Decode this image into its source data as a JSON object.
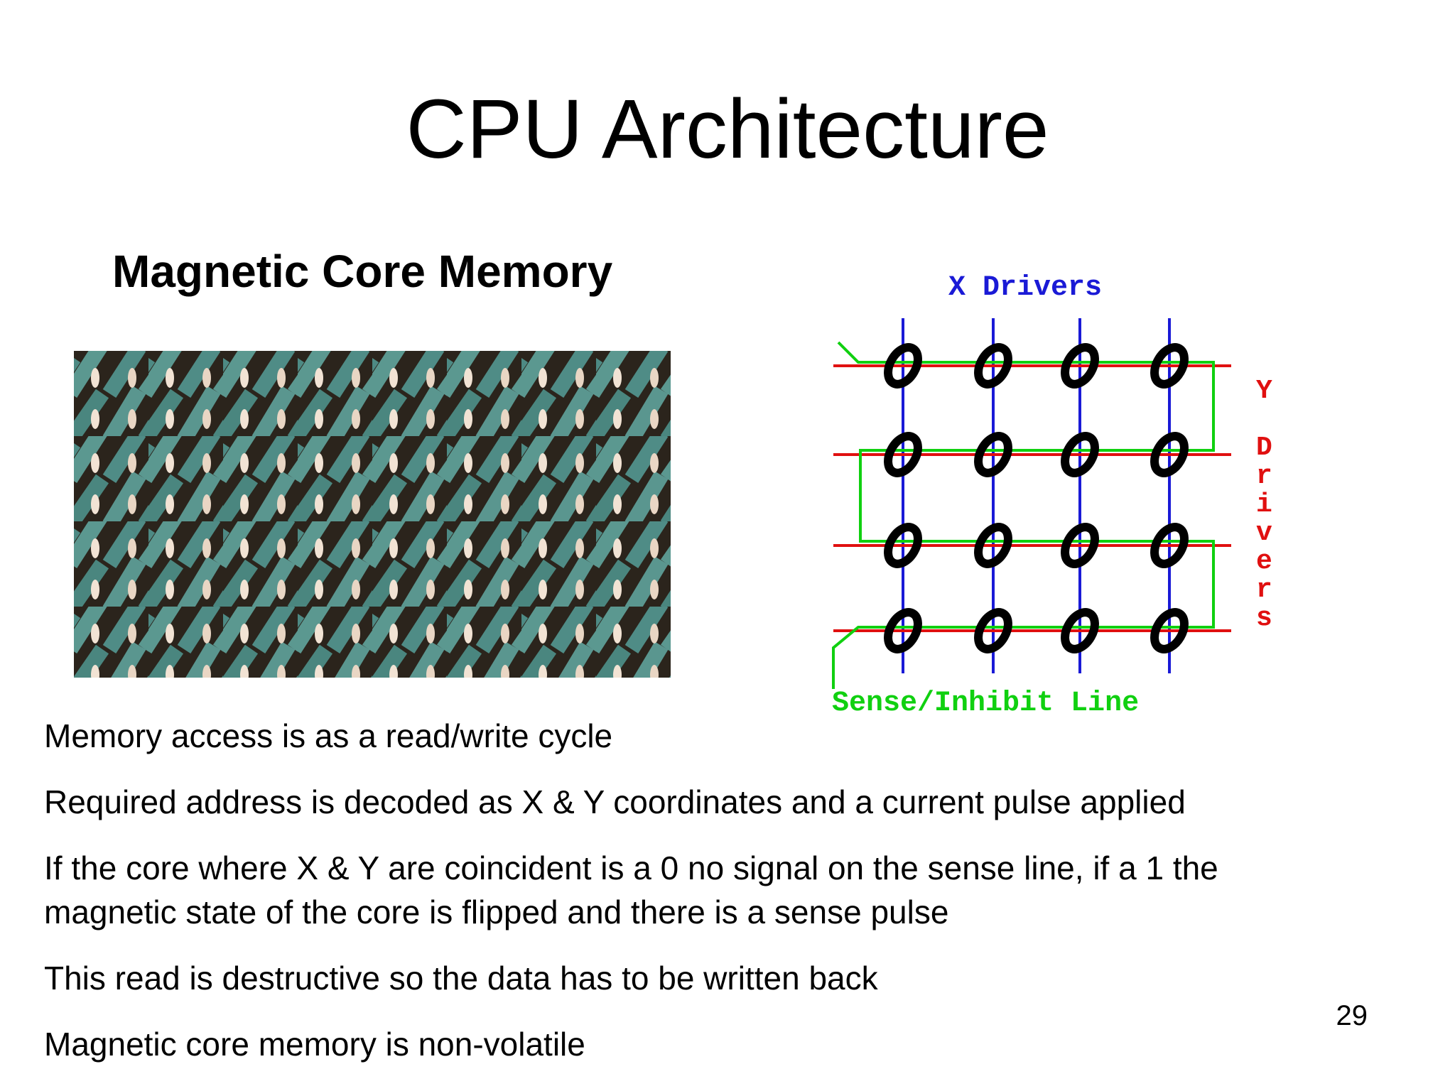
{
  "slide": {
    "title": "CPU Architecture",
    "subtitle": "Magnetic Core Memory",
    "page_number": "29"
  },
  "diagram": {
    "x_label": "X Drivers",
    "y_label_letters": [
      "Y",
      "D",
      "r",
      "i",
      "v",
      "e",
      "r",
      "s"
    ],
    "sense_label": "Sense/Inhibit Line",
    "colors": {
      "x_lines": "#1a1ad6",
      "y_lines": "#e01010",
      "sense_line": "#10d010",
      "cores": "#000000"
    }
  },
  "bullets": [
    "Memory access is as a read/write cycle",
    "Required address is decoded as X & Y coordinates and a current pulse applied",
    "If the core where X & Y are coincident is a 0 no signal on the sense line, if a 1 the",
    "magnetic state of the core is flipped and there is a sense pulse",
    "This read is destructive so the data has to be written back",
    "Magnetic core memory is non-volatile"
  ]
}
